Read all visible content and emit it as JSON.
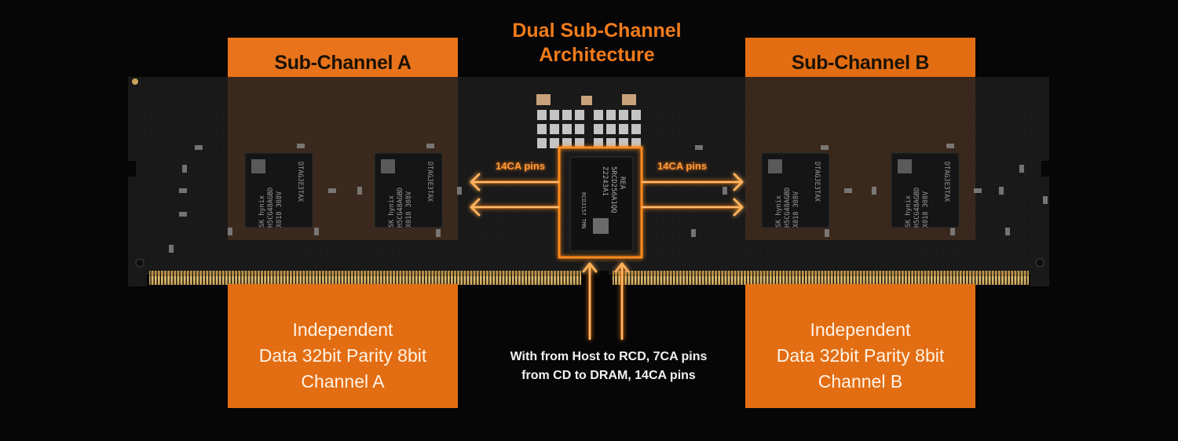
{
  "title": {
    "line1": "Dual Sub-Channel",
    "line2": "Architecture"
  },
  "channel_a": {
    "title": "Sub-Channel A",
    "line1": "Independent",
    "line2": "Data 32bit Parity 8bit",
    "line3": "Channel A"
  },
  "channel_b": {
    "title": "Sub-Channel B",
    "line1": "Independent",
    "line2": "Data 32bit Parity 8bit",
    "line3": "Channel B"
  },
  "pins": {
    "left": "14CA pins",
    "right": "14CA pins"
  },
  "note": {
    "line1": "With from Host to RCD, 7CA pins",
    "line2": "from CD to DRAM, 14CA pins"
  },
  "chips": {
    "dram_brand": "SK hynix",
    "dram_part": "H5CG48AGBD",
    "dram_code": "X018  308V",
    "dram_lot": "DTAGJE3TAX",
    "rcd_line1": "REA",
    "rcd_line2": "5RCD256A1QQ",
    "rcd_line3": "Z2243A1",
    "rcd_line4": "RCD3157  TMN"
  },
  "colors": {
    "accent": "#e26d12",
    "glow": "#ff8a1e",
    "board": "#1c1c1c"
  }
}
